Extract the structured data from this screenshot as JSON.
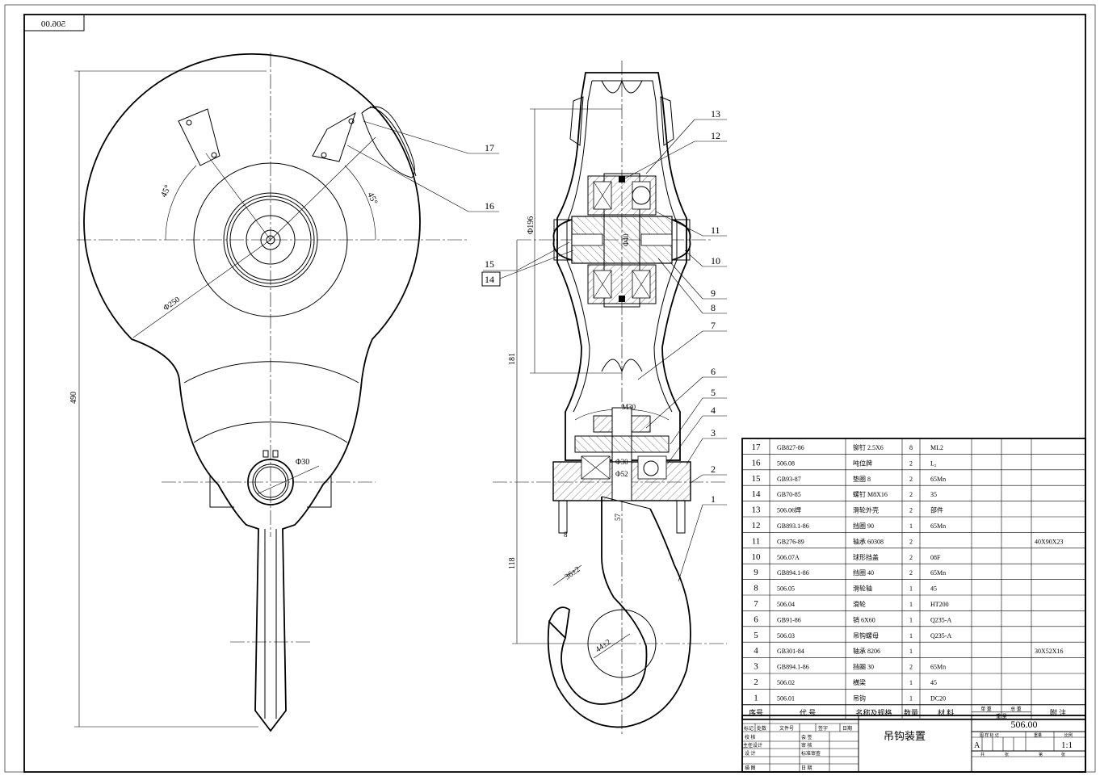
{
  "drawing_number_mirrored": "506.00",
  "front_view": {
    "dim_height": "490",
    "dim_circle": "Φ250",
    "dim_hole": "Φ30",
    "angle_left": "45°",
    "angle_right": "45°"
  },
  "section_view": {
    "dim_196": "Φ196",
    "dim_181": "181",
    "dim_118": "118",
    "dim_40": "Φ40",
    "dim_m30": "M30",
    "dim_30": "Φ30",
    "dim_52": "Φ52",
    "dim_8": "8",
    "dim_57": "57",
    "dim_36": "36±2",
    "dim_44": "44±2"
  },
  "balloons_right": [
    "13",
    "12",
    "11",
    "10",
    "9",
    "8",
    "7",
    "6",
    "5",
    "4",
    "3",
    "2",
    "1"
  ],
  "balloons_left": [
    "15",
    "14"
  ],
  "balloons_front": [
    "17",
    "16"
  ],
  "bom": {
    "rows": [
      {
        "no": "17",
        "code": "GB827-86",
        "name": "铆钉 2.5X6",
        "qty": "8",
        "material": "ML2",
        "note": ""
      },
      {
        "no": "16",
        "code": "506.08",
        "name": "吨位牌",
        "qty": "2",
        "material": "L₂",
        "note": ""
      },
      {
        "no": "15",
        "code": "GB93-87",
        "name": "垫圈 8",
        "qty": "2",
        "material": "65Mn",
        "note": ""
      },
      {
        "no": "14",
        "code": "GB70-85",
        "name": "螺钉 M8X16",
        "qty": "2",
        "material": "35",
        "note": ""
      },
      {
        "no": "13",
        "code": "506.06焊",
        "name": "滑轮外壳",
        "qty": "2",
        "material": "部件",
        "note": ""
      },
      {
        "no": "12",
        "code": "GB893.1-86",
        "name": "挡圈 90",
        "qty": "1",
        "material": "65Mn",
        "note": ""
      },
      {
        "no": "11",
        "code": "GB276-89",
        "name": "轴承 60308",
        "qty": "2",
        "material": "",
        "note": "40X90X23"
      },
      {
        "no": "10",
        "code": "506.07A",
        "name": "球形挡盖",
        "qty": "2",
        "material": "08F",
        "note": ""
      },
      {
        "no": "9",
        "code": "GB894.1-86",
        "name": "挡圈 40",
        "qty": "2",
        "material": "65Mn",
        "note": ""
      },
      {
        "no": "8",
        "code": "506.05",
        "name": "滑轮轴",
        "qty": "1",
        "material": "45",
        "note": ""
      },
      {
        "no": "7",
        "code": "506.04",
        "name": "滑轮",
        "qty": "1",
        "material": "HT200",
        "note": ""
      },
      {
        "no": "6",
        "code": "GB91-86",
        "name": "销 6X60",
        "qty": "1",
        "material": "Q235-A",
        "note": ""
      },
      {
        "no": "5",
        "code": "506.03",
        "name": "吊钩螺母",
        "qty": "1",
        "material": "Q235-A",
        "note": ""
      },
      {
        "no": "4",
        "code": "GB301-84",
        "name": "轴承 8206",
        "qty": "1",
        "material": "",
        "note": "30X52X16"
      },
      {
        "no": "3",
        "code": "GB894.1-86",
        "name": "挡圈 30",
        "qty": "2",
        "material": "65Mn",
        "note": ""
      },
      {
        "no": "2",
        "code": "506.02",
        "name": "横梁",
        "qty": "1",
        "material": "45",
        "note": ""
      },
      {
        "no": "1",
        "code": "506.01",
        "name": "吊钩",
        "qty": "1",
        "material": "DC20",
        "note": ""
      }
    ],
    "header": {
      "no": "序号",
      "code": "代 号",
      "name": "名称及规格",
      "qty": "数量",
      "material": "材 料",
      "weight_single": "单 重",
      "weight_total": "总 重",
      "weight": "重 量",
      "note": "附 注"
    }
  },
  "title_block": {
    "title": "吊钩装置",
    "drawing_number": "506.00",
    "scale": "1:1",
    "stage": "A",
    "rev_labels": [
      "标记",
      "处数",
      "文件号",
      "签字",
      "日期"
    ],
    "sign_labels": [
      "校 核",
      "主任设计",
      "设 计",
      "描 图"
    ],
    "sign_labels_2": [
      "会 签",
      "审 核",
      "标准审查",
      "日 期"
    ],
    "stage_label": "图 样 标 记",
    "weight_label": "重量",
    "scale_label": "比例",
    "sheet_labels": [
      "共",
      "张",
      "第",
      "张"
    ]
  }
}
